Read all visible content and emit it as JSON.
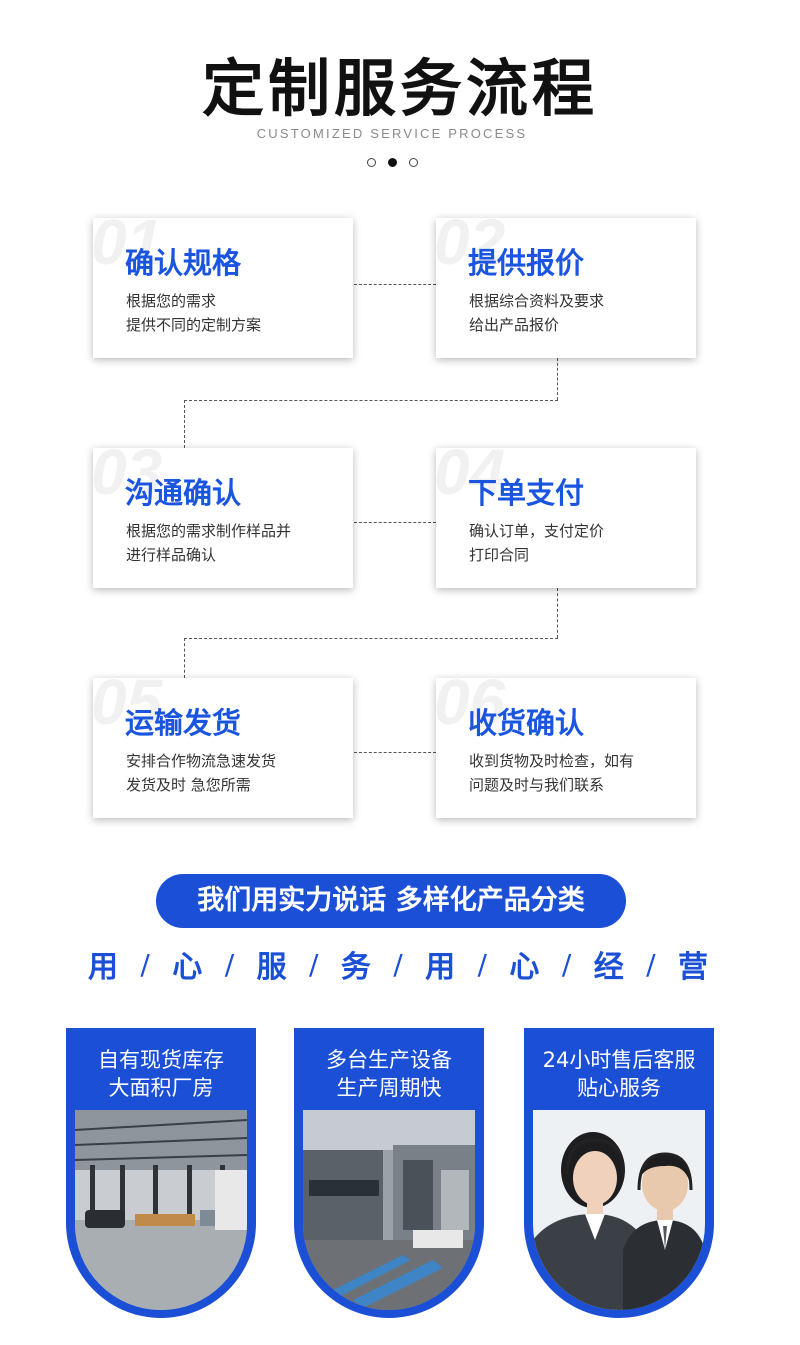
{
  "header": {
    "title": "定制服务流程",
    "subtitle": "CUSTOMIZED SERVICE PROCESS"
  },
  "steps": [
    {
      "num": "01",
      "title": "确认规格",
      "line1": "根据您的需求",
      "line2": "提供不同的定制方案"
    },
    {
      "num": "02",
      "title": "提供报价",
      "line1": "根据综合资料及要求",
      "line2": "给出产品报价"
    },
    {
      "num": "03",
      "title": "沟通确认",
      "line1": "根据您的需求制作样品并",
      "line2": "进行样品确认"
    },
    {
      "num": "04",
      "title": "下单支付",
      "line1": "确认订单，支付定价",
      "line2": "打印合同"
    },
    {
      "num": "05",
      "title": "运输发货",
      "line1": "安排合作物流急速发货",
      "line2": "发货及时 急您所需"
    },
    {
      "num": "06",
      "title": "收货确认",
      "line1": "收到货物及时检查，如有",
      "line2": "问题及时与我们联系"
    }
  ],
  "banner": {
    "text": "我们用实力说话 多样化产品分类"
  },
  "slogan": {
    "chars": [
      "用",
      "心",
      "服",
      "务",
      "用",
      "心",
      "经",
      "营"
    ],
    "separator": "/"
  },
  "features": [
    {
      "line1": "自有现货库存",
      "line2": "大面积厂房",
      "image": "warehouse-photo"
    },
    {
      "line1": "多台生产设备",
      "line2": "生产周期快",
      "image": "factory-equipment-photo"
    },
    {
      "line1": "24小时售后客服",
      "line2": "贴心服务",
      "image": "customer-service-photo"
    }
  ],
  "colors": {
    "accent": "#1a4fd6",
    "title_blue": "#1a55e0"
  }
}
